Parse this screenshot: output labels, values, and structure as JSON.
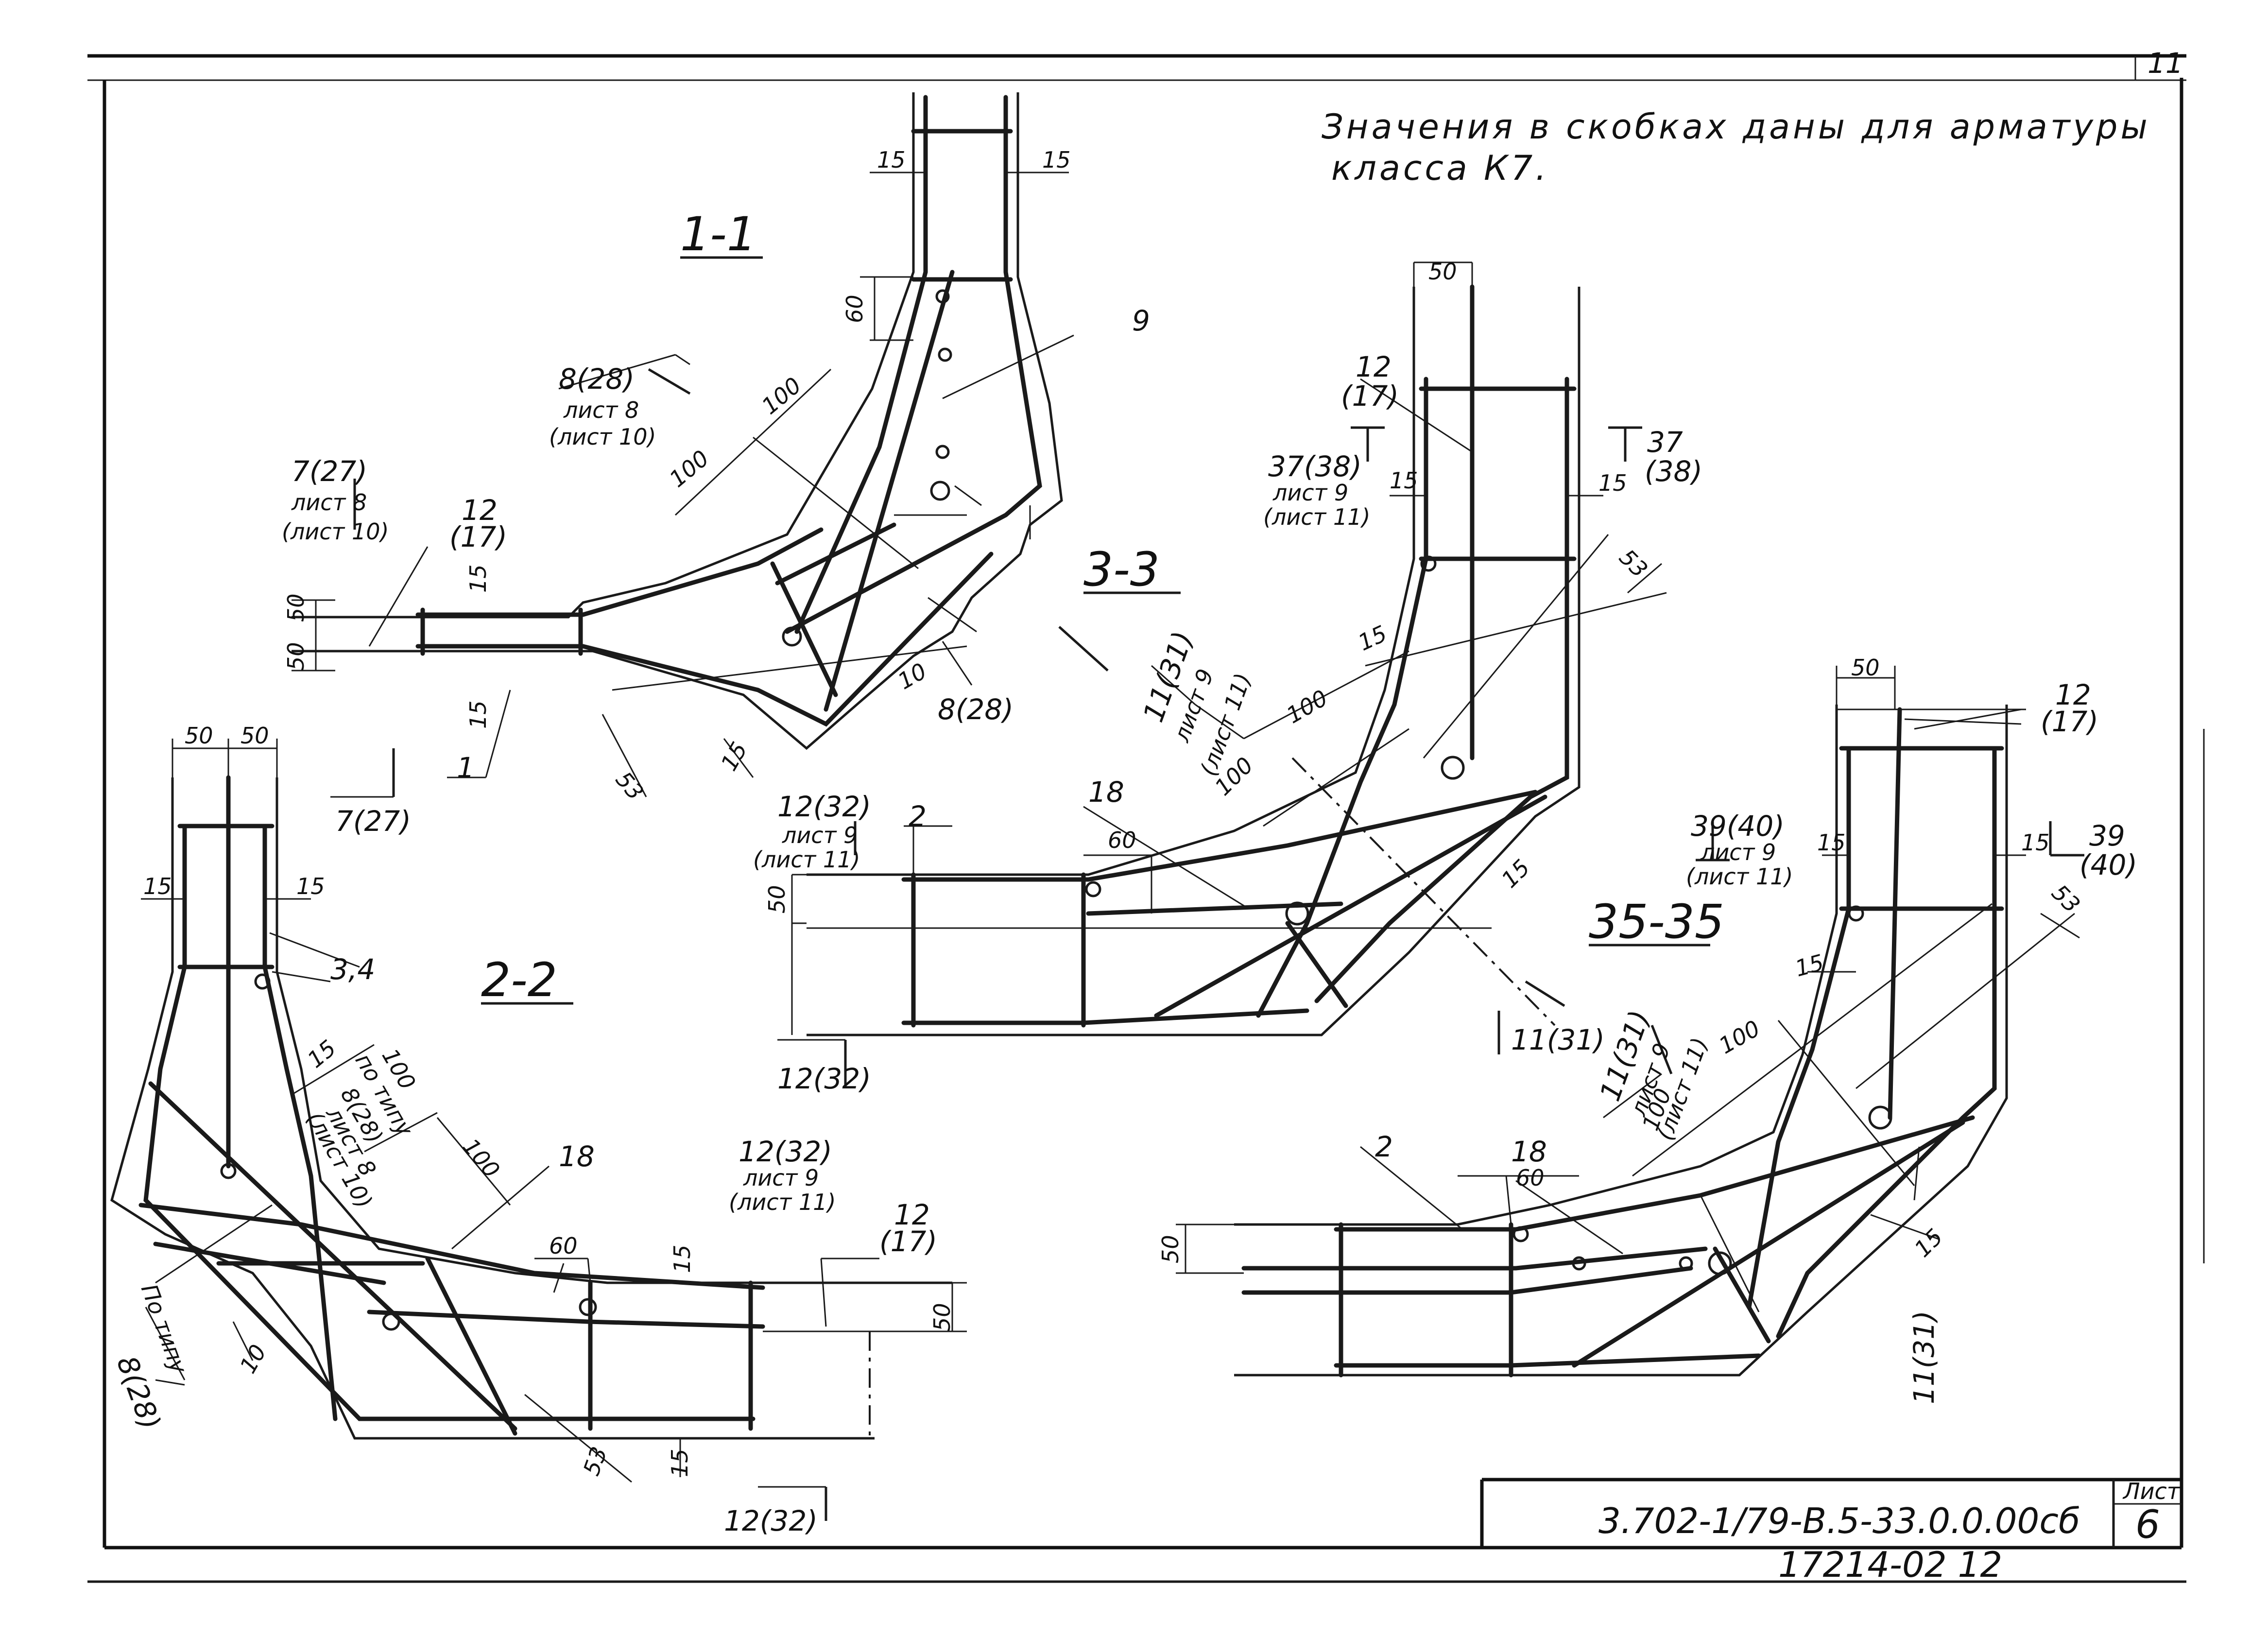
{
  "sheet_page_number": "11",
  "note": {
    "line1": "Значения в скобках даны для арматуры",
    "line2": "класса К7."
  },
  "sections": {
    "s11": "1-1",
    "s22": "2-2",
    "s33": "3-3",
    "s3535": "35-35"
  },
  "callouts": {
    "c8_28": "8(28)",
    "list8": "лист 8",
    "list10": "(лист 10)",
    "c7_27": "7(27)",
    "c12_17a": "12",
    "c12_17b": "(17)",
    "c37_38": "37(38)",
    "c37": "37",
    "c38": "(38)",
    "list9": "лист 9",
    "list11": "(лист 11)",
    "c12_32": "12(32)",
    "c11_31": "11(31)",
    "c39_40": "39(40)",
    "c39": "39",
    "c40": "(40)",
    "po_tipu": "по типу",
    "potipu_cap": "По типу"
  },
  "dims": {
    "d15": "15",
    "d50": "50",
    "d60": "60",
    "d100": "100",
    "d53": "53",
    "d10": "10",
    "d9": "9",
    "d1": "1",
    "d2": "2",
    "d18": "18",
    "d34": "3,4"
  },
  "title_block": {
    "code": "3.702-1/79-В.5-33.0.0.00сб",
    "sheet_label": "Лист",
    "sheet_no": "6"
  },
  "footer_stamp": "17214-02  12"
}
